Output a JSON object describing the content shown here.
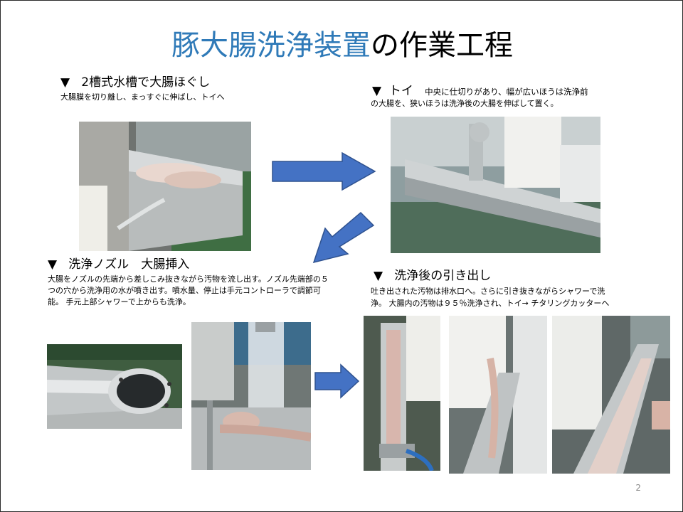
{
  "slide": {
    "title_highlight": "豚大腸洗浄装置",
    "title_rest": "の作業工程",
    "page_number": "2"
  },
  "steps": [
    {
      "marker": "▼",
      "heading": "2槽式水槽で大腸ほぐし",
      "description": "大腸膜を切り離し、まっすぐに伸ばし、トイへ"
    },
    {
      "marker": "▼",
      "heading": "トイ",
      "description_inline": "中央に仕切りがあり、幅が広いほうは洗浄前",
      "description": "の大腸を、狭いほうは洗浄後の大腸を伸ばして置く。"
    },
    {
      "marker": "▼",
      "heading": "洗浄ノズル　大腸挿入",
      "description": "大腸をノズルの先端から差しこみ抜きながら汚物を流し出す。ノズル先端部の５つの穴から洗浄用の水が噴き出す。噴水量、停止は手元コントローラで調節可能。 手元上部シャワーで上からも洗浄。"
    },
    {
      "marker": "▼",
      "heading": "洗浄後の引き出し",
      "description_line1": "吐き出された汚物は排水口へ。さらに引き抜きながらシャワーで洗",
      "description_line2": "浄。 大腸内の汚物は９５％洗浄され、トイ→ チタリングカッターへ"
    }
  ],
  "colors": {
    "title_accent": "#2f7ab8",
    "arrow_fill": "#4472c4",
    "arrow_stroke": "#2f528f"
  }
}
